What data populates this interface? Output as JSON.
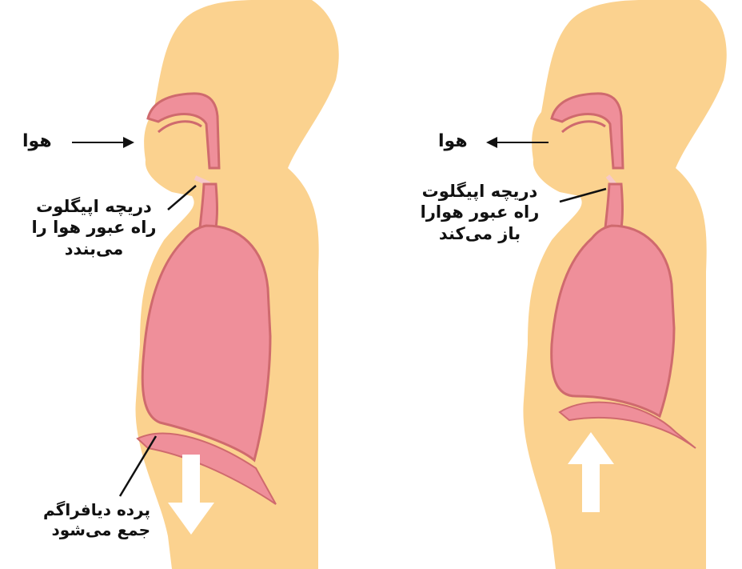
{
  "left_panel": {
    "air_label": "هوا",
    "epiglottis_label": [
      "دریچه اپیگلوت",
      "راه عبور هوا را",
      "می‌بندد"
    ],
    "diaphragm_label": [
      "پرده دیافراگم",
      "جمع می‌شود"
    ]
  },
  "right_panel": {
    "air_label": "هوا",
    "epiglottis_label": [
      "دریچه اپیگلوت",
      "راه عبور هوارا",
      "باز می‌کند"
    ]
  },
  "colors": {
    "skin": "#fbd28f",
    "organ_fill": "#ef8f9a",
    "organ_stroke": "#cf6a6e",
    "arrow": "#ffffff"
  }
}
